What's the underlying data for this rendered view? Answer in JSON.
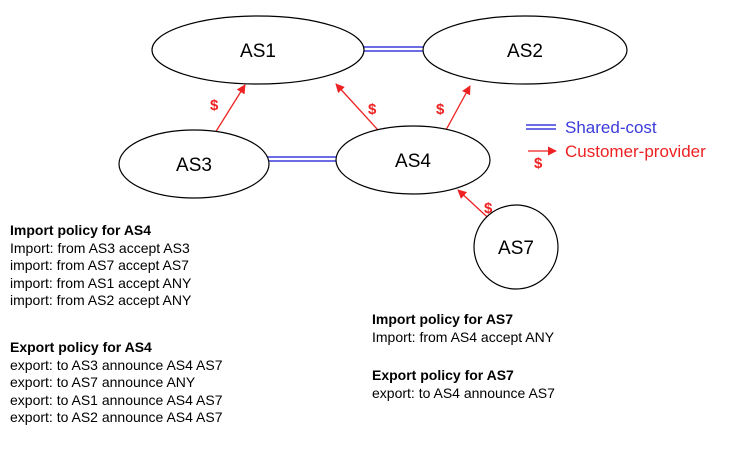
{
  "nodes": {
    "as1": "AS1",
    "as2": "AS2",
    "as3": "AS3",
    "as4": "AS4",
    "as7": "AS7"
  },
  "edges": {
    "shared_cost": [
      [
        "AS1",
        "AS2"
      ],
      [
        "AS3",
        "AS4"
      ]
    ],
    "customer_provider": [
      [
        "AS3",
        "AS1"
      ],
      [
        "AS4",
        "AS1"
      ],
      [
        "AS4",
        "AS2"
      ],
      [
        "AS7",
        "AS4"
      ]
    ]
  },
  "dollar_label": "$",
  "legend": {
    "shared_cost": "Shared-cost",
    "customer_provider": "Customer-provider",
    "dollar": "$"
  },
  "colors": {
    "shared_cost": "#3b3bdb",
    "customer_provider": "#ee2222"
  },
  "as4_import": {
    "heading": "Import policy for AS4",
    "lines": [
      "Import: from AS3 accept AS3",
      "import: from AS7 accept AS7",
      "import: from AS1 accept ANY",
      "import: from AS2 accept ANY"
    ]
  },
  "as4_export": {
    "heading": "Export policy for AS4",
    "lines": [
      "export: to AS3 announce AS4 AS7",
      "export: to AS7 announce ANY",
      "export: to AS1 announce AS4 AS7",
      "export: to AS2 announce AS4 AS7"
    ]
  },
  "as7_import": {
    "heading": "Import policy for AS7",
    "lines": [
      "Import: from AS4 accept ANY"
    ]
  },
  "as7_export": {
    "heading": "Export policy for AS7",
    "lines": [
      "export: to AS4 announce AS7"
    ]
  }
}
